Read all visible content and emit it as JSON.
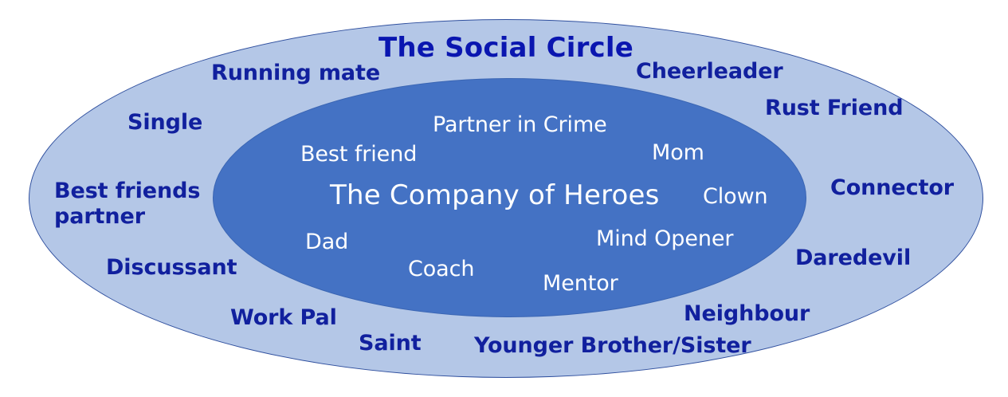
{
  "diagram": {
    "type": "concentric-ellipse-venn",
    "colors": {
      "outer_fill": "#B4C7E7",
      "outer_stroke": "#2F4F9E",
      "inner_fill": "#4472C4",
      "inner_stroke": "#3A65B3",
      "outer_text": "#11209E",
      "inner_text": "#FFFFFF",
      "background": "#FFFFFF"
    },
    "outer_ring": {
      "title": "The Social Circle",
      "labels": [
        "Running mate",
        "Cheerleader",
        "Rust Friend",
        "Single",
        "Best friends\npartner",
        "Connector",
        "Discussant",
        "Daredevil",
        "Work Pal",
        "Neighbour",
        "Saint",
        "Younger Brother/Sister"
      ]
    },
    "inner_core": {
      "title": "The Company of Heroes",
      "labels": [
        "Partner in Crime",
        "Best friend",
        "Mom",
        "Clown",
        "Dad",
        "Mind Opener",
        "Coach",
        "Mentor"
      ]
    }
  }
}
